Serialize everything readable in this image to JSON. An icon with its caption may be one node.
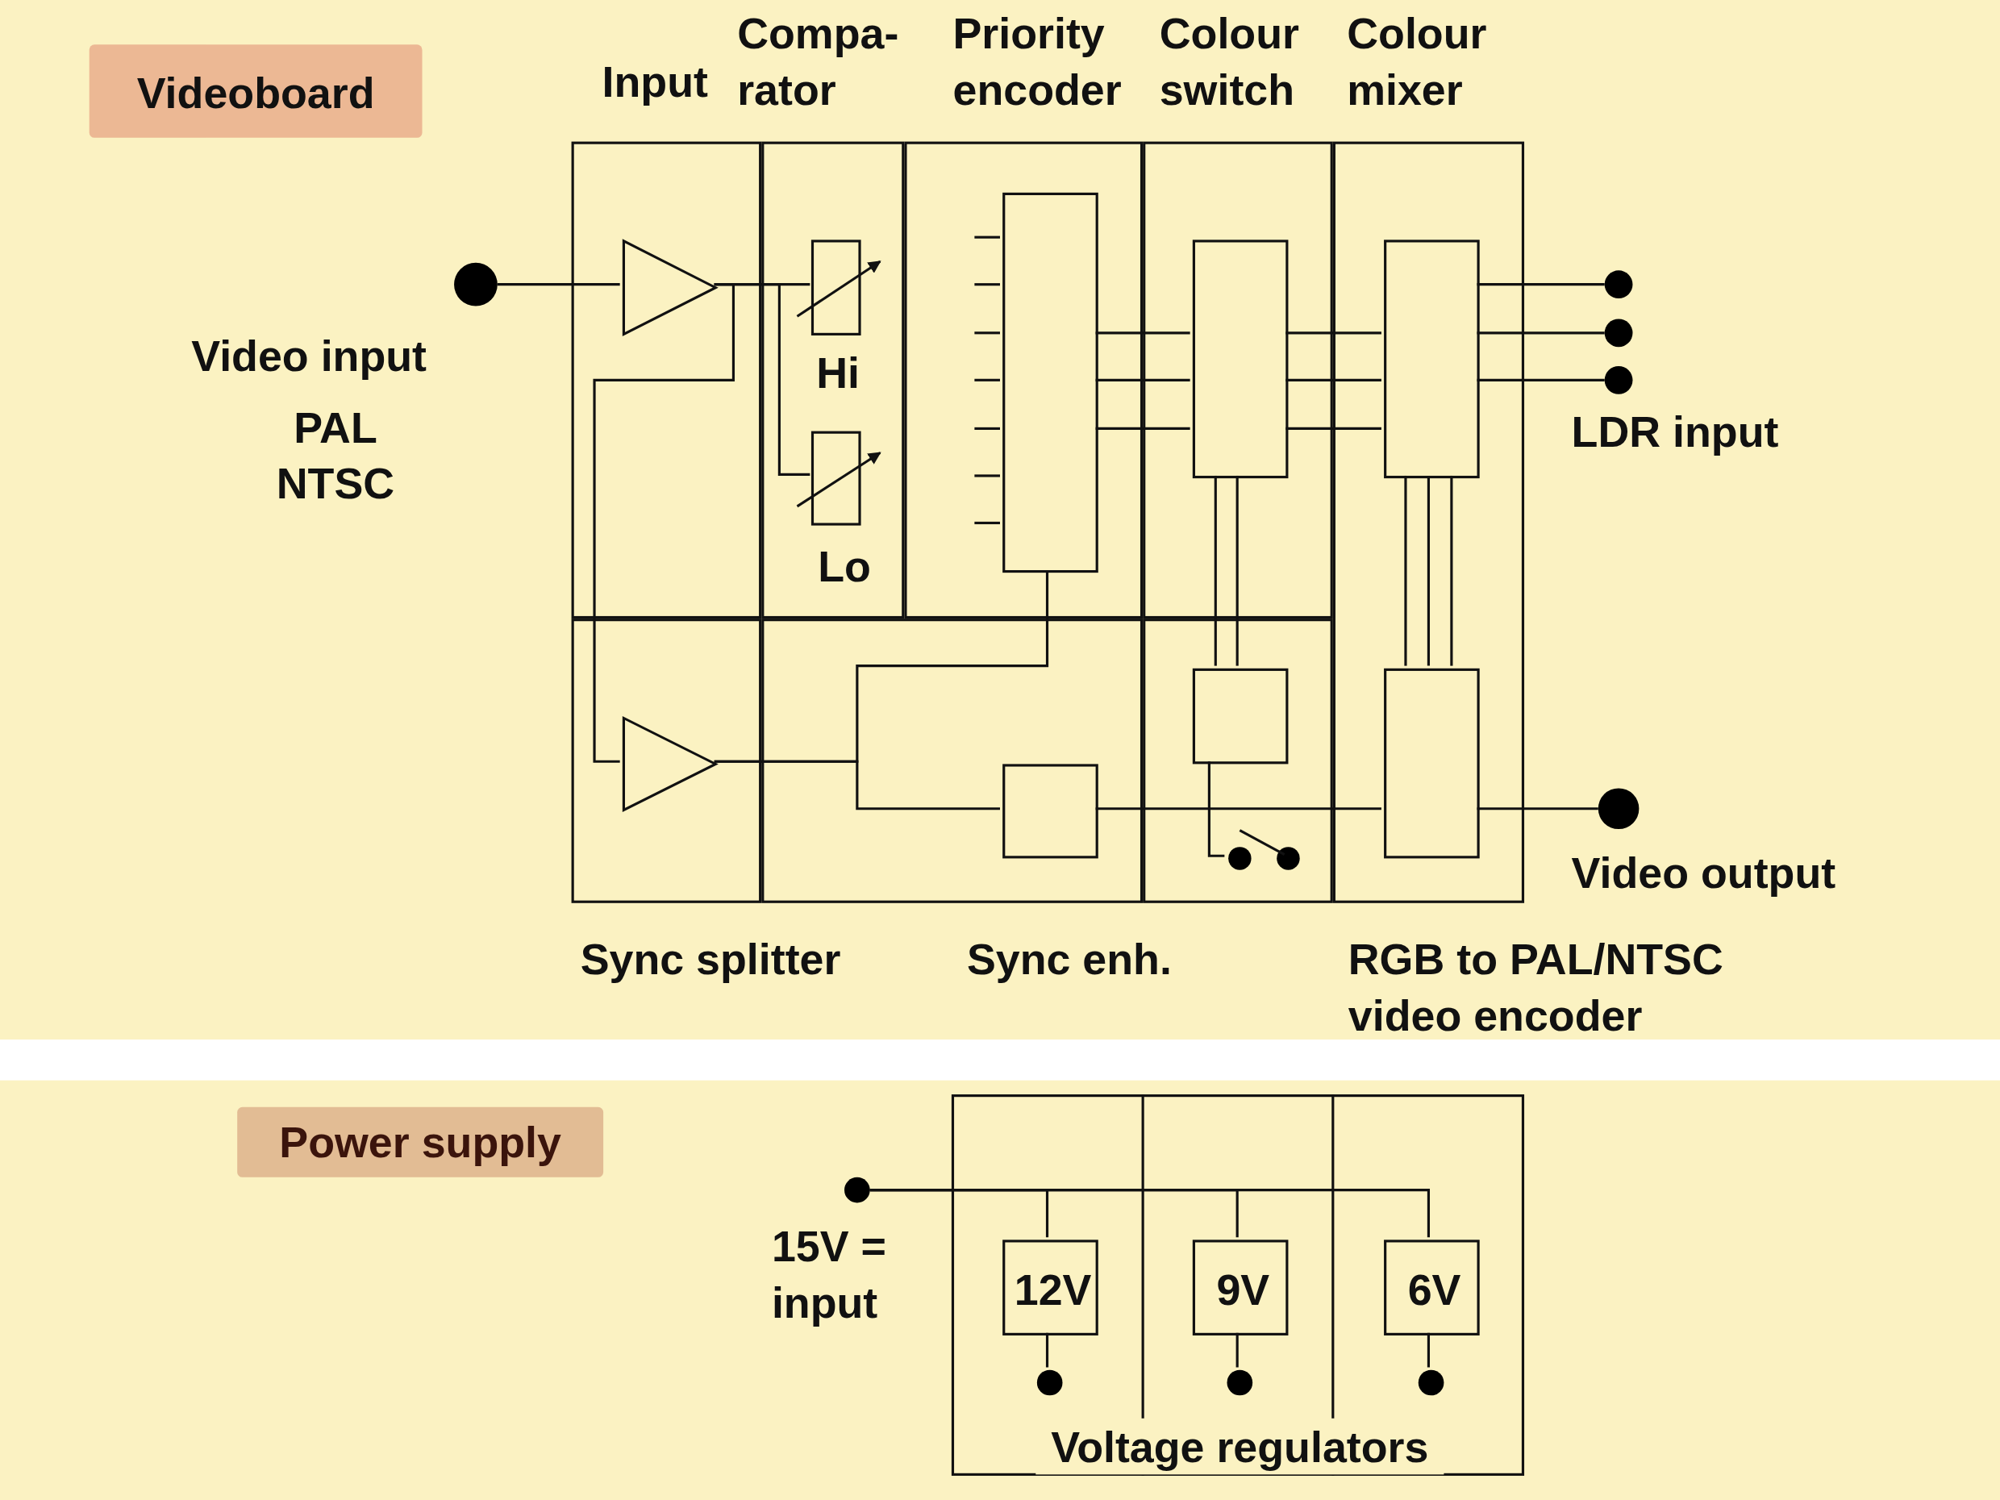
{
  "diagram": {
    "nodes": [
      {
        "text": [
          "Videoboard"
        ]
      },
      {
        "text": [
          "Power supply"
        ]
      },
      {
        "text": [
          "Input"
        ]
      },
      {
        "text": [
          "Compa- rator"
        ]
      },
      {
        "text": [
          "Priority encoder"
        ]
      },
      {
        "text": [
          "Colour switch"
        ]
      },
      {
        "text": [
          "Colour mixer",
          "RGB to PAL/NTSC video encoder"
        ]
      },
      {
        "text": [
          "Sync splitter"
        ]
      },
      {
        "text": [
          "Sync enh."
        ]
      },
      {
        "text": [],
        "shape": "box"
      },
      {
        "text": [],
        "shape": "triangle",
        "in": 2
      },
      {
        "text": [
          "Hi"
        ],
        "in": 3
      },
      {
        "text": [
          "Lo"
        ],
        "in": 3
      },
      {
        "text": [],
        "shape": "box",
        "in": 4
      },
      {
        "text": [],
        "shape": "box",
        "in": 5
      },
      {
        "text": [],
        "shape": "box",
        "in": 6
      },
      {
        "text": [],
        "shape": "triangle",
        "in": 7
      },
      {
        "text": [],
        "shape": "box",
        "in": 8
      },
      {
        "text": [],
        "shape": "box",
        "in": 9
      },
      {
        "text": [],
        "shape": "box",
        "in": 6
      },
      {
        "text": [],
        "shape": "switch",
        "in": 9
      },
      {
        "text": [
          "Video input",
          "PAL NTSC"
        ]
      },
      {
        "text": [],
        "shape": "circle"
      },
      {
        "text": [],
        "shape": "circle"
      },
      {
        "text": [],
        "shape": "circle"
      },
      {
        "text": [
          "Video output"
        ]
      },
      {
        "text": [
          "Voltage regulators"
        ]
      },
      {
        "text": [
          "12V"
        ],
        "in": 26
      },
      {
        "text": [
          "9V"
        ],
        "in": 26
      },
      {
        "text": [
          "6V"
        ],
        "in": 26
      },
      {
        "text": [
          "15V = input"
        ]
      },
      {
        "text": [],
        "shape": "circle",
        "in": 26
      },
      {
        "text": [],
        "shape": "circle",
        "in": 26
      },
      {
        "text": [],
        "shape": "circle",
        "in": 26
      }
    ],
    "edges": [
      {
        "from": 21,
        "to": 10,
        "arrow": "none"
      },
      {
        "from": 10,
        "to": 11,
        "arrow": "none"
      },
      {
        "from": 10,
        "to": 12,
        "arrow": "none"
      },
      {
        "from": 10,
        "to": 16,
        "arrow": "none"
      },
      {
        "from": 13,
        "to": 14,
        "arrow": "none"
      },
      {
        "from": 13,
        "to": 14,
        "arrow": "none"
      },
      {
        "from": 13,
        "to": 14,
        "arrow": "none"
      },
      {
        "from": 14,
        "to": 15,
        "arrow": "none"
      },
      {
        "from": 14,
        "to": 15,
        "arrow": "none"
      },
      {
        "from": 14,
        "to": 15,
        "arrow": "none"
      },
      {
        "from": 15,
        "to": 22,
        "arrow": "none"
      },
      {
        "from": 15,
        "to": 23,
        "arrow": "none"
      },
      {
        "from": 15,
        "to": 24,
        "arrow": "none"
      },
      {
        "from": 14,
        "to": 18,
        "arrow": "none"
      },
      {
        "from": 14,
        "to": 18,
        "arrow": "none"
      },
      {
        "from": 15,
        "to": 19,
        "arrow": "none"
      },
      {
        "from": 15,
        "to": 19,
        "arrow": "none"
      },
      {
        "from": 15,
        "to": 19,
        "arrow": "none"
      },
      {
        "from": 16,
        "to": 17,
        "arrow": "none"
      },
      {
        "from": 16,
        "to": 13,
        "arrow": "none"
      },
      {
        "from": 17,
        "to": 19,
        "arrow": "none"
      },
      {
        "from": 18,
        "to": 20,
        "arrow": "none"
      },
      {
        "from": 19,
        "to": 25,
        "arrow": "none"
      },
      {
        "from": 30,
        "to": 27,
        "arrow": "none"
      },
      {
        "from": 30,
        "to": 28,
        "arrow": "none"
      },
      {
        "from": 30,
        "to": 29,
        "arrow": "none"
      },
      {
        "from": 27,
        "to": 31,
        "arrow": "none"
      },
      {
        "from": 28,
        "to": 32,
        "arrow": "none"
      },
      {
        "from": 29,
        "to": 33,
        "arrow": "none"
      }
    ],
    "labels": [
      "LDR input"
    ]
  }
}
